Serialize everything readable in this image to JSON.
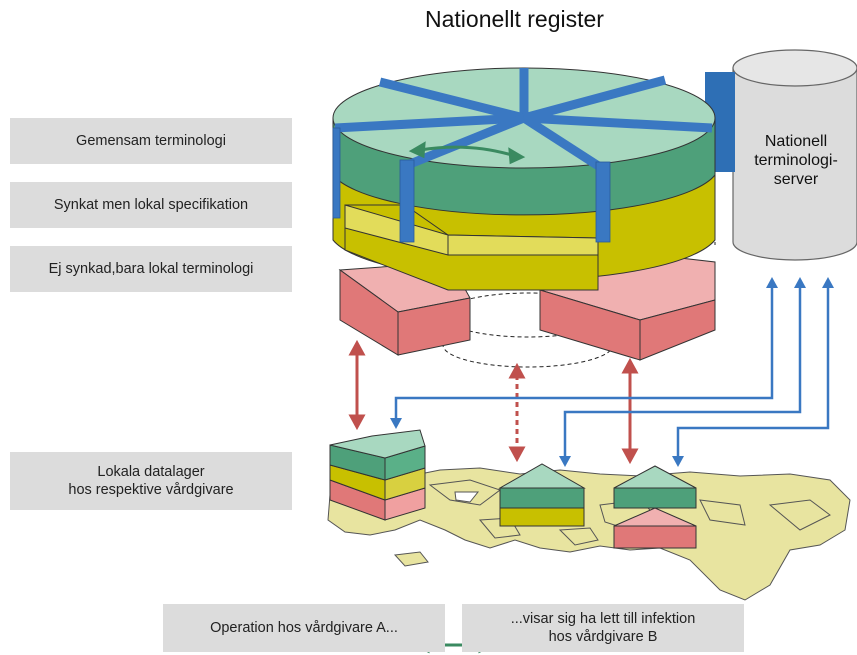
{
  "title": "Nationellt register",
  "legend": {
    "common": "Gemensam terminologi",
    "synced": "Synkat men lokal specifikation",
    "unsynced": "Ej synkad,bara lokal terminologi",
    "local_stores": "Lokala datalager\nhos respektive vårdgivare"
  },
  "server": {
    "label": "Nationell\nterminologi-\nserver"
  },
  "bottom": {
    "left": "Operation hos vårdgivare A...",
    "right": "...visar sig ha lett till infektion\nhos vårdgivare B"
  },
  "colors": {
    "green_top": "#a8d8c0",
    "green_side": "#4ea07a",
    "yellow_top": "#e2dc5a",
    "yellow_side": "#c8c000",
    "red_top": "#f0b0b0",
    "red_side": "#e07878",
    "blue": "#3a78c2",
    "red_arrow": "#c0504d",
    "map": "#e8e4a0",
    "box_gray": "#dcdcdc",
    "server": "#dcdcdc"
  }
}
